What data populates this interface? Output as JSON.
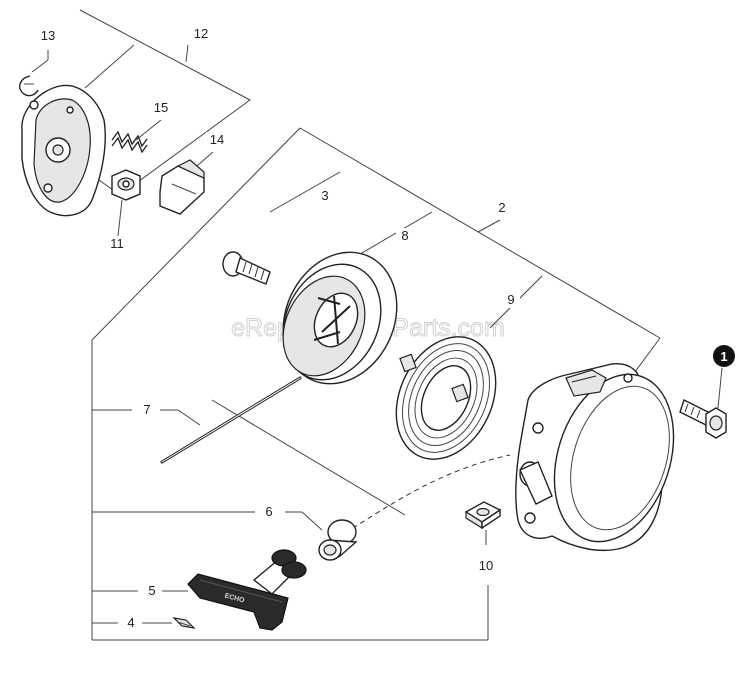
{
  "watermark": "eReplacementParts.com",
  "handle_brand": "ECHO",
  "callouts": {
    "c1": "1",
    "c2": "2",
    "c3": "3",
    "c4": "4",
    "c5": "5",
    "c6": "6",
    "c7": "7",
    "c8": "8",
    "c9": "9",
    "c10": "10",
    "c11": "11",
    "c12": "12",
    "c13": "13",
    "c14": "14",
    "c15": "15"
  },
  "colors": {
    "line": "#444444",
    "part_fill": "#ffffff",
    "shade": "#e6e6e6",
    "dark": "#2a2a2a"
  }
}
